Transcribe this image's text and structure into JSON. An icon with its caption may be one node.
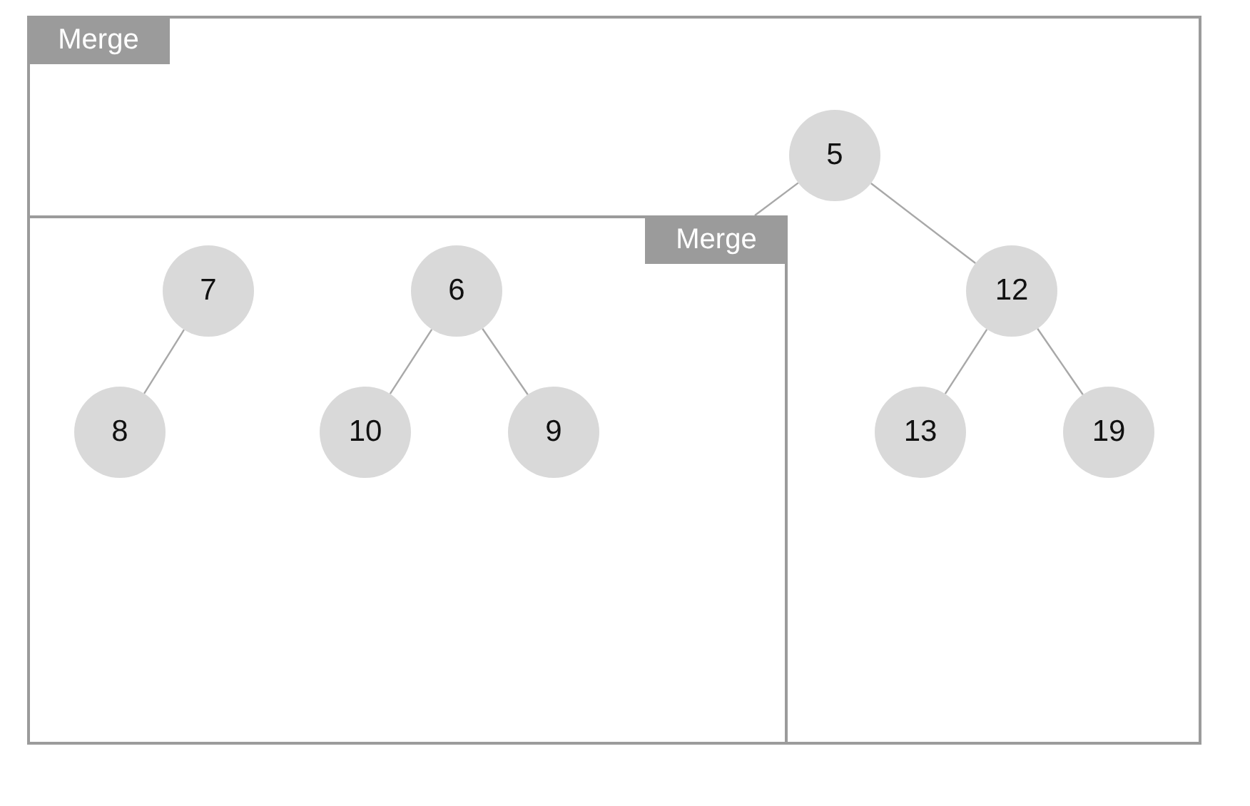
{
  "diagram": {
    "nodes": [
      {
        "text": [
          "Merge"
        ]
      },
      {
        "text": [
          "5"
        ],
        "in": 0
      },
      {
        "text": [
          "Merge"
        ],
        "in": 0
      },
      {
        "text": [
          "7"
        ],
        "in": 2
      },
      {
        "text": [
          "6"
        ],
        "in": 2
      },
      {
        "text": [
          "12"
        ],
        "in": 0
      },
      {
        "text": [
          "8"
        ],
        "in": 2
      },
      {
        "text": [
          "10"
        ],
        "in": 2
      },
      {
        "text": [
          "9"
        ],
        "in": 2
      },
      {
        "text": [
          "13"
        ],
        "in": 0
      },
      {
        "text": [
          "19"
        ],
        "in": 0
      }
    ],
    "edges": [
      {
        "from": 1,
        "to": 2,
        "arrow": "none"
      },
      {
        "from": 1,
        "to": 5,
        "arrow": "none"
      },
      {
        "from": 3,
        "to": 6,
        "arrow": "none"
      },
      {
        "from": 4,
        "to": 7,
        "arrow": "none"
      },
      {
        "from": 4,
        "to": 8,
        "arrow": "none"
      },
      {
        "from": 5,
        "to": 9,
        "arrow": "none"
      },
      {
        "from": 5,
        "to": 10,
        "arrow": "none"
      }
    ]
  }
}
